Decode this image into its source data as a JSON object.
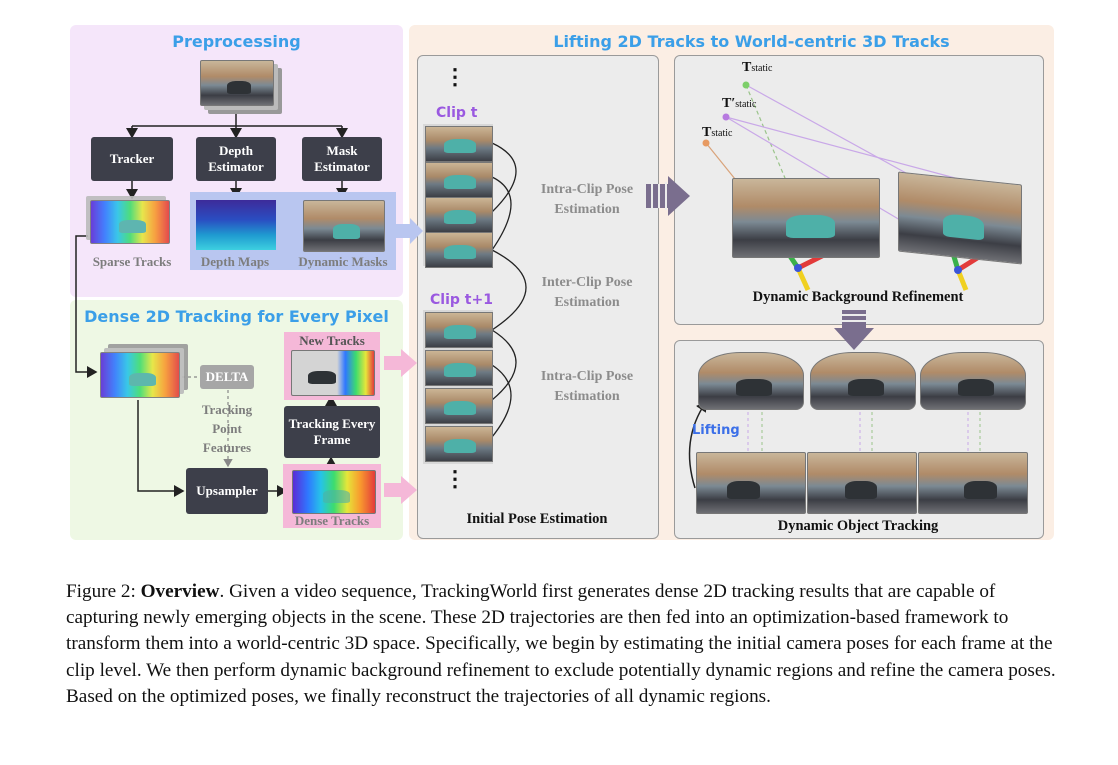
{
  "sections": {
    "preprocessing": "Preprocessing",
    "dense": "Dense 2D Tracking for Every Pixel",
    "lifting": "Lifting 2D Tracks to World-centric 3D Tracks"
  },
  "boxes": {
    "tracker": "Tracker",
    "depth_estimator": "Depth Estimator",
    "mask_estimator": "Mask Estimator",
    "delta": "DELTA",
    "upsampler": "Upsampler",
    "tracking_every_frame": "Tracking Every Frame"
  },
  "labels": {
    "sparse_tracks": "Sparse Tracks",
    "depth_maps": "Depth Maps",
    "dynamic_masks": "Dynamic Masks",
    "new_tracks": "New Tracks",
    "dense_tracks": "Dense Tracks",
    "tracking_point_features": "Tracking Point Features",
    "clip_t": "Clip t",
    "clip_t1": "Clip t+1",
    "intra_clip_1": "Intra-Clip Pose Estimation",
    "inter_clip": "Inter-Clip Pose Estimation",
    "intra_clip_2": "Intra-Clip Pose Estimation",
    "initial_pose": "Initial Pose Estimation",
    "t_static": "T",
    "t_static_prime": "T′",
    "t_static_sub": "static",
    "dynamic_bg": "Dynamic Background Refinement",
    "lifting": "Lifting",
    "dynamic_obj": "Dynamic Object Tracking",
    "ellipsis": "⋮"
  },
  "caption": {
    "prefix": "Figure 2: ",
    "bold": "Overview",
    "text": ". Given a video sequence, TrackingWorld first generates dense 2D tracking results that are capable of capturing newly emerging objects in the scene. These 2D trajectories are then fed into an optimization-based framework to transform them into a world-centric 3D space. Specifically, we begin by estimating the initial camera poses for each frame at the clip level. We then perform dynamic background refinement to exclude potentially dynamic regions and refine the camera poses. Based on the optimized poses, we finally reconstruct the trajectories of all dynamic regions."
  },
  "colors": {
    "preprocessing_bg": "#f5e6fa",
    "dense_bg": "#eef8e4",
    "lifting_bg": "#fbeee4",
    "title_blue": "#3b9fe8",
    "clip_purple": "#9a59e0",
    "dark_box": "#3d3f4a"
  }
}
